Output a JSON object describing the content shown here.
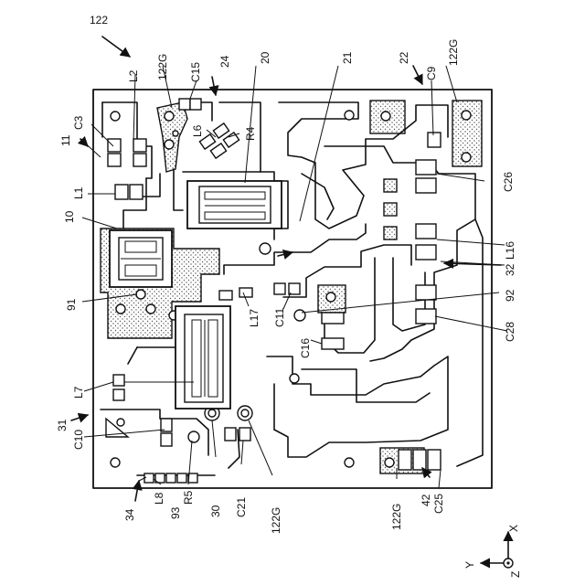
{
  "figure_ref": "122",
  "labels": {
    "l_2": "L2",
    "l_122g_top": "122G",
    "l_c15": "C15",
    "l_24": "24",
    "l_20": "20",
    "l_21": "21",
    "l_22": "22",
    "l_c9": "C9",
    "l_122g_tr": "122G",
    "l_c3": "C3",
    "l_11": "11",
    "l_l6": "L6",
    "l_r4": "R4",
    "l_l1": "L1",
    "l_10": "10",
    "l_c26": "C26",
    "l_l16": "L16",
    "l_32": "32",
    "l_91": "91",
    "l_92": "92",
    "l_l17": "L17",
    "l_c11": "C11",
    "l_c28": "C28",
    "l_c16": "C16",
    "l_l7": "L7",
    "l_31": "31",
    "l_c10": "C10",
    "l_l8": "L8",
    "l_r5": "R5",
    "l_30": "30",
    "l_c21": "C21",
    "l_122g_bot": "122G",
    "l_93": "93",
    "l_34": "34",
    "l_122g_br": "122G",
    "l_42": "42",
    "l_c25": "C25"
  },
  "axes": {
    "x": "X",
    "y": "Y",
    "z": "Z"
  }
}
